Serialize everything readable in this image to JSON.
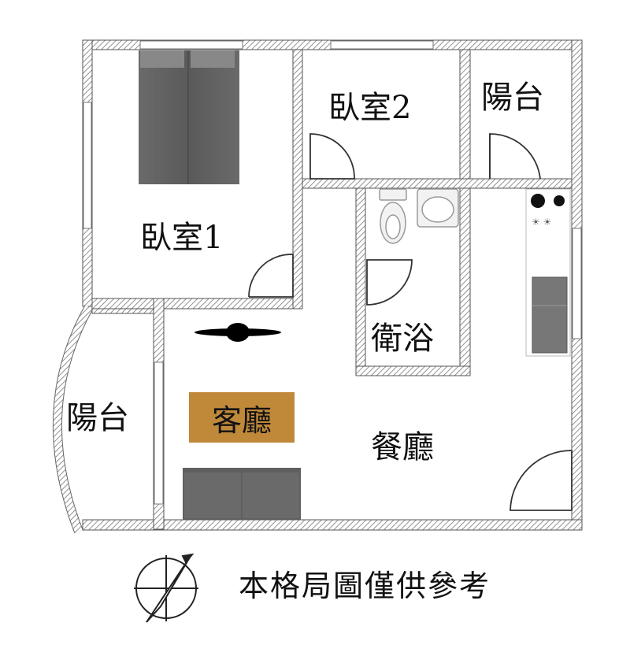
{
  "rooms": {
    "bedroom1": "臥室1",
    "bedroom2": "臥室2",
    "balcony_top": "陽台",
    "balcony_left": "陽台",
    "bathroom": "衛浴",
    "living": "客廳",
    "dining": "餐廳"
  },
  "note": "本格局圖僅供參考",
  "colors": {
    "wall": "#777777",
    "living_label_bg": "#c0893a",
    "furniture": "#5f5f5f"
  },
  "icons": [
    "compass-icon",
    "bed-icon",
    "sofa-icon",
    "ceiling-fan-icon",
    "toilet-icon",
    "sink-icon",
    "stove-icon",
    "kitchen-sink-icon"
  ]
}
